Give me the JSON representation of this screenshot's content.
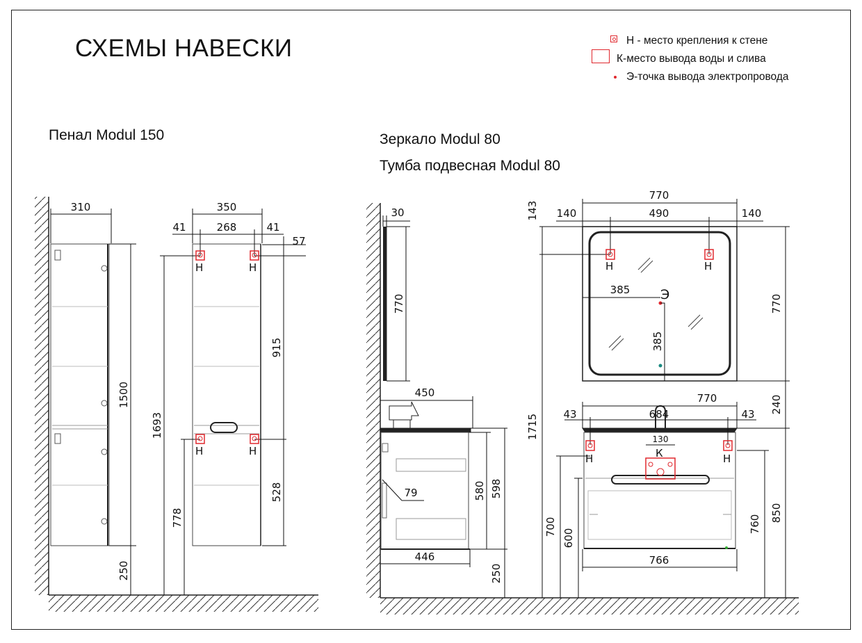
{
  "title": "СХЕМЫ НАВЕСКИ",
  "legend": {
    "h": "Н - место крепления к стене",
    "k": "К-место вывода воды и слива",
    "e": "Э-точка вывода электропровода"
  },
  "products": {
    "penal": "Пенал Modul 150",
    "mirror": "Зеркало Modul 80",
    "cabinet": "Тумба подвесная Modul 80"
  },
  "marks": {
    "h": "Н",
    "k": "К",
    "e": "Э"
  },
  "dims": {
    "penal_depth": "310",
    "penal_width": "350",
    "penal_margin_left": "41",
    "penal_hole_spacing": "268",
    "penal_margin_right": "41",
    "penal_top_offset": "57",
    "penal_height": "1500",
    "penal_upper_mount_height": "1693",
    "penal_mount_spacing": "915",
    "penal_lower_mount_height": "778",
    "penal_lower_to_bottom": "528",
    "penal_floor_gap": "250",
    "mirror_depth": "30",
    "mirror_height_side": "770",
    "sink_depth": "450",
    "cabinet_depth": "446",
    "cabinet_body_height": "580",
    "cabinet_total_height": "598",
    "cabinet_offset": "79",
    "cabinet_floor_gap": "250",
    "mirror_width": "770",
    "mirror_margin_left": "140",
    "mirror_hole_spacing": "490",
    "mirror_margin_right": "140",
    "mirror_top_offset": "143",
    "mirror_e_x": "385",
    "mirror_e_y": "385",
    "mirror_height_front": "770",
    "mirror_mount_height": "1715",
    "mirror_gap": "240",
    "cabinet_width": "770",
    "cabinet_margin_left": "43",
    "cabinet_hole_spacing": "684",
    "cabinet_margin_right": "43",
    "drain_width": "130",
    "cabinet_mount_height": "700",
    "cabinet_bottom_height": "600",
    "cabinet_front_height": "760",
    "cabinet_top_height": "850",
    "cabinet_body_width": "766"
  }
}
